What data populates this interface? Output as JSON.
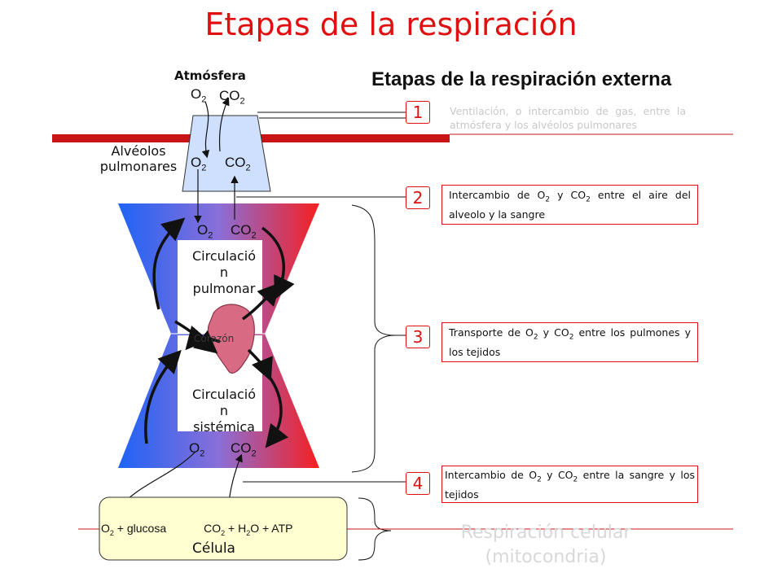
{
  "title": "Etapas de la respiración",
  "subtitle": "Etapas de la respiración externa",
  "atmosphere_label": "Atmósfera",
  "alveoli_label": "Alvéolos pulmonares",
  "gas": {
    "o2": "O",
    "co2": "CO",
    "sub2": "2"
  },
  "pulmonary": [
    "Circulació",
    "n",
    "pulmonar"
  ],
  "systemic": [
    "Circulació",
    "n",
    "sistémica"
  ],
  "heart_label": "Corazón",
  "cell": {
    "o2_plus": " + glucosa",
    "h2o_part": " + H",
    "o_atp": "O + ATP",
    "label": "Célula"
  },
  "steps": [
    {
      "number": "1",
      "text": "Ventilación, o intercambio de gas, entre la atmósfera y los alvéolos pulmonares"
    },
    {
      "number": "2",
      "pre": "Intercambio de O",
      "mid": " y CO",
      "post": " entre el aire del alveolo y la sangre"
    },
    {
      "number": "3",
      "pre": "Transporte de O",
      "mid": " y CO",
      "post": " entre los pulmones y los tejidos"
    },
    {
      "number": "4",
      "pre": "Intercambio de O",
      "mid": " y CO",
      "post": " entre la sangre y los tejidos"
    }
  ],
  "cellular_respiration": [
    "Respiración celular",
    "(mitocondria)"
  ],
  "colors": {
    "accent_red": "#e01010",
    "bar_red": "#c81414",
    "blue": "#1560f0",
    "cell_fill": "#ffffd2"
  }
}
